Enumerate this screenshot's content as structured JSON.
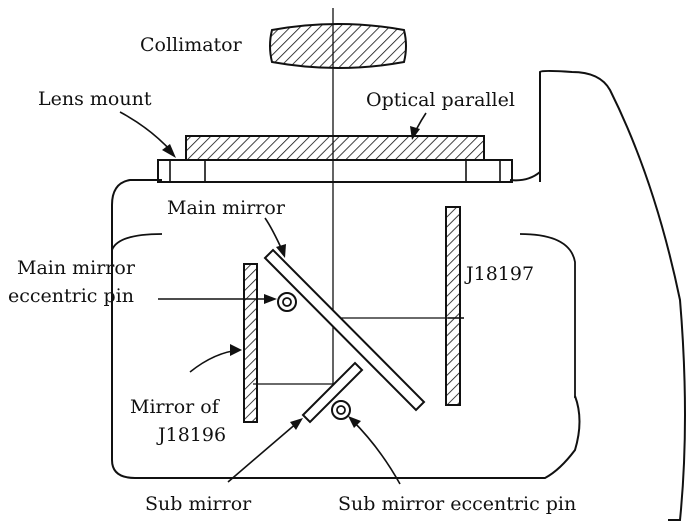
{
  "labels": {
    "collimator": "Collimator",
    "lens_mount": "Lens mount",
    "optical_parallel": "Optical parallel",
    "main_mirror": "Main mirror",
    "main_mirror_pin_line1": "Main mirror",
    "main_mirror_pin_line2": "eccentric pin",
    "j18197": "J18197",
    "mirror_of_line1": "Mirror of",
    "mirror_of_line2": "J18196",
    "sub_mirror": "Sub mirror",
    "sub_mirror_pin": "Sub mirror eccentric pin"
  },
  "colors": {
    "ink": "#111111",
    "background": "#ffffff"
  }
}
